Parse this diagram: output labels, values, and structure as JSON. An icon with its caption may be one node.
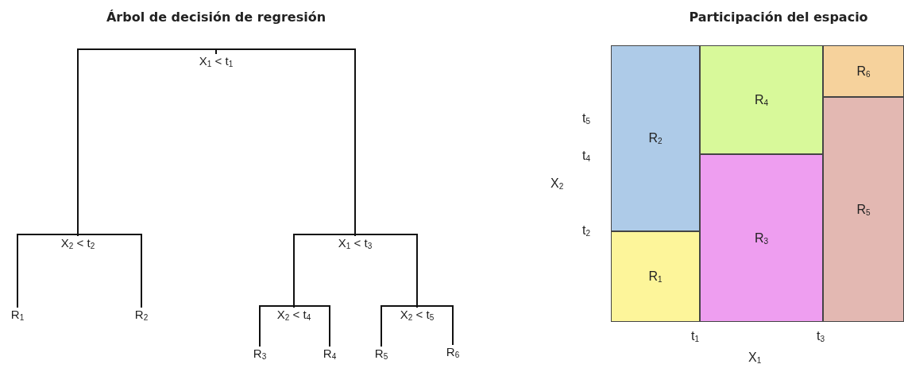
{
  "diagram": {
    "title": "Árbol de decisión de regresión",
    "nodes": [
      {
        "text": [
          "X$_{1}$ < t$_{1}$"
        ]
      },
      {
        "text": [
          "X$_{2}$ < t$_{2}$"
        ]
      },
      {
        "text": [
          "X$_{1}$ < t$_{3}$"
        ]
      },
      {
        "text": [
          "R$_{1}$"
        ]
      },
      {
        "text": [
          "R$_{2}$"
        ]
      },
      {
        "text": [
          "X$_{2}$ < t$_{4}$"
        ]
      },
      {
        "text": [
          "X$_{2}$ < t$_{5}$"
        ]
      },
      {
        "text": [
          "R$_{3}$"
        ]
      },
      {
        "text": [
          "R$_{4}$"
        ]
      },
      {
        "text": [
          "R$_{5}$"
        ]
      },
      {
        "text": [
          "R$_{6}$"
        ]
      },
      {
        "text": [
          "R$_{6}$"
        ]
      },
      {
        "text": [
          "R$_{4}$"
        ]
      },
      {
        "text": [
          "R$_{2}$"
        ]
      },
      {
        "text": [
          "R$_{5}$"
        ]
      },
      {
        "text": [
          "R$_{3}$"
        ]
      },
      {
        "text": [
          "R$_{1}$"
        ]
      }
    ],
    "edges": [
      {
        "from": 0,
        "to": 1,
        "arrow": "none"
      },
      {
        "from": 0,
        "to": 2,
        "arrow": "none"
      },
      {
        "from": 1,
        "to": 3,
        "arrow": "none"
      },
      {
        "from": 1,
        "to": 4,
        "arrow": "none"
      },
      {
        "from": 2,
        "to": 5,
        "arrow": "none"
      },
      {
        "from": 2,
        "to": 6,
        "arrow": "none"
      },
      {
        "from": 5,
        "to": 7,
        "arrow": "none"
      },
      {
        "from": 5,
        "to": 8,
        "arrow": "none"
      },
      {
        "from": 6,
        "to": 9,
        "arrow": "none"
      },
      {
        "from": 6,
        "to": 10,
        "arrow": "none"
      }
    ],
    "labels": [
      "Participación del espacio",
      "t$_{5}$",
      "t$_{4}$",
      "X$_{2}$",
      "t$_{2}$",
      "t$_{1}$",
      "t$_{3}$",
      "X$_{1}$"
    ]
  }
}
